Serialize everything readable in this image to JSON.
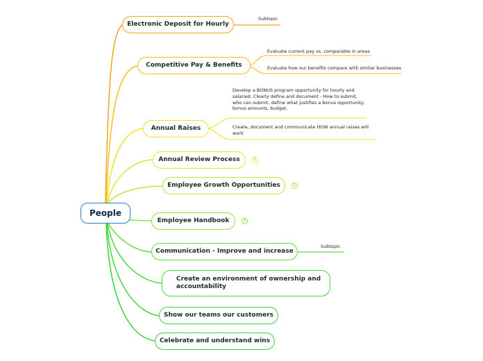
{
  "root": {
    "label": "People"
  },
  "topics": [
    {
      "label": "Electronic Deposit for Hourly",
      "color": "#f5a21b",
      "subtopics": [
        {
          "label": "Subtopic"
        }
      ]
    },
    {
      "label": "Competitive Pay & Benefits",
      "color": "#f6bb1c",
      "subtopics": [
        {
          "label": "Evaluate current pay vs. comparable in areas"
        },
        {
          "label": "Evaluate how our benefits compare with similar businesses"
        }
      ]
    },
    {
      "label": "Annual Raises",
      "color": "#f2e21e",
      "subtopics": [
        {
          "label": "Develop a BONUS program opportunity for hourly and salaried.  Clearly define and document - How to submit, who can submit, define what justifies a bonus opportunity, bonus amounts, budget."
        },
        {
          "label": "Create, document and communicate HOW annual raises will work"
        }
      ]
    },
    {
      "label": "Annual Review Process",
      "color": "#d5ec2b",
      "collapsed_count": "1"
    },
    {
      "label": "Employee Growth Opportunities",
      "color": "#b6ea34",
      "collapsed_count": "1"
    },
    {
      "label": "Employee Handbook",
      "color": "#8fe43a",
      "collapsed_count": "1"
    },
    {
      "label": "Communication - Improve and increase",
      "color": "#62dc3c",
      "subtopics": [
        {
          "label": "Subtopic"
        }
      ]
    },
    {
      "label": "Create an environment of ownership and accountability",
      "color": "#45d93a"
    },
    {
      "label": "Show our teams our customers",
      "color": "#3bd63a"
    },
    {
      "label": "Celebrate and understand wins",
      "color": "#33d33a"
    }
  ]
}
